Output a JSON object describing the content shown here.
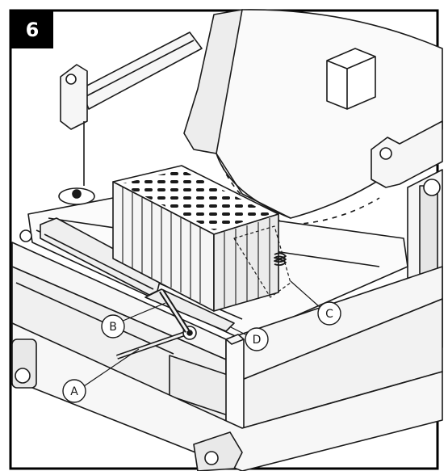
{
  "step_number": "6",
  "callouts": {
    "a": "A",
    "b": "B",
    "c": "C",
    "d": "D"
  },
  "colors": {
    "ink": "#1a1a1a",
    "frame": "#000000",
    "badge_bg": "#000000",
    "badge_text": "#ffffff",
    "fill_light": "#f4f4f4",
    "fill_mid": "#e2e2e2"
  }
}
